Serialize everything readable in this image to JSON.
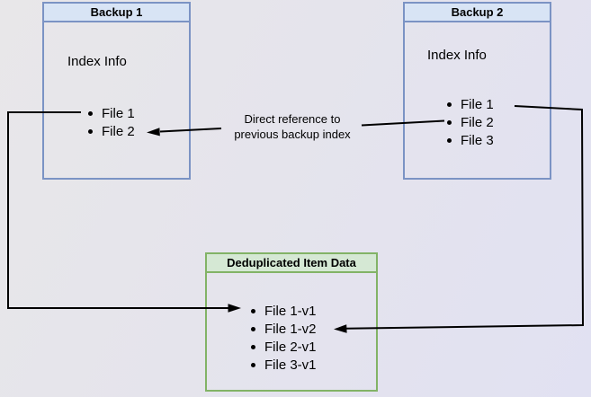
{
  "colors": {
    "blue_header": "#d8e4f5",
    "blue_border": "#7b93c4",
    "green_header": "#d5e8d4",
    "green_border": "#82b366",
    "arrow": "#000000"
  },
  "backup1": {
    "title": "Backup 1",
    "subtitle": "Index Info",
    "items": [
      "File 1",
      "File 2"
    ]
  },
  "backup2": {
    "title": "Backup 2",
    "subtitle": "Index Info",
    "items": [
      "File 1",
      "File 2",
      "File 3"
    ]
  },
  "dedup": {
    "title": "Deduplicated Item Data",
    "items": [
      "File 1-v1",
      "File 1-v2",
      "File 2-v1",
      "File 3-v1"
    ]
  },
  "annotation": {
    "line1": "Direct reference to",
    "line2": "previous backup index"
  }
}
